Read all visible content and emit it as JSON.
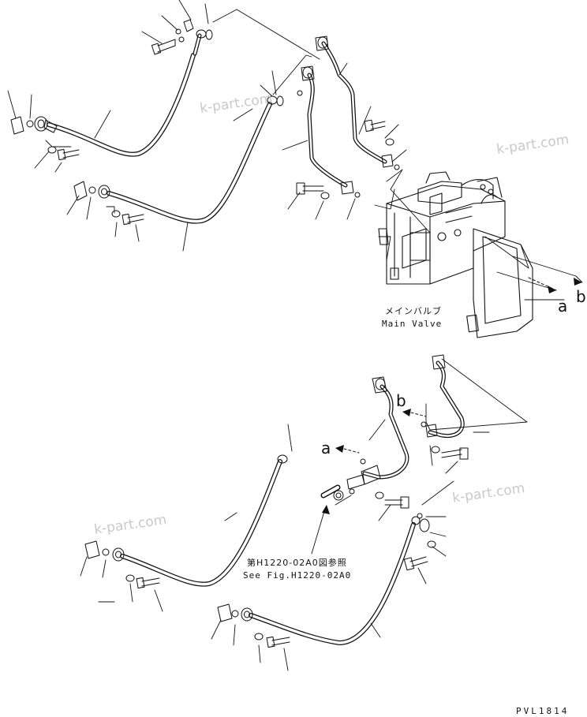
{
  "labels": {
    "main_valve_jp": "メインバルブ",
    "main_valve_en": "Main Valve",
    "see_fig_jp": "第H1220-02A0図参照",
    "see_fig_en": "See Fig.H1220-02A0",
    "letter_a_top": "a",
    "letter_b_top": "b",
    "letter_a_bottom": "a",
    "letter_b_bottom": "b",
    "drawing_code": "PVL1814"
  },
  "watermarks": [
    "k-part.com",
    "k-part.com",
    "k-part.com",
    "k-part.com"
  ],
  "colors": {
    "ink": "#111111",
    "watermark": "#c9c9c9",
    "paper": "#ffffff"
  }
}
